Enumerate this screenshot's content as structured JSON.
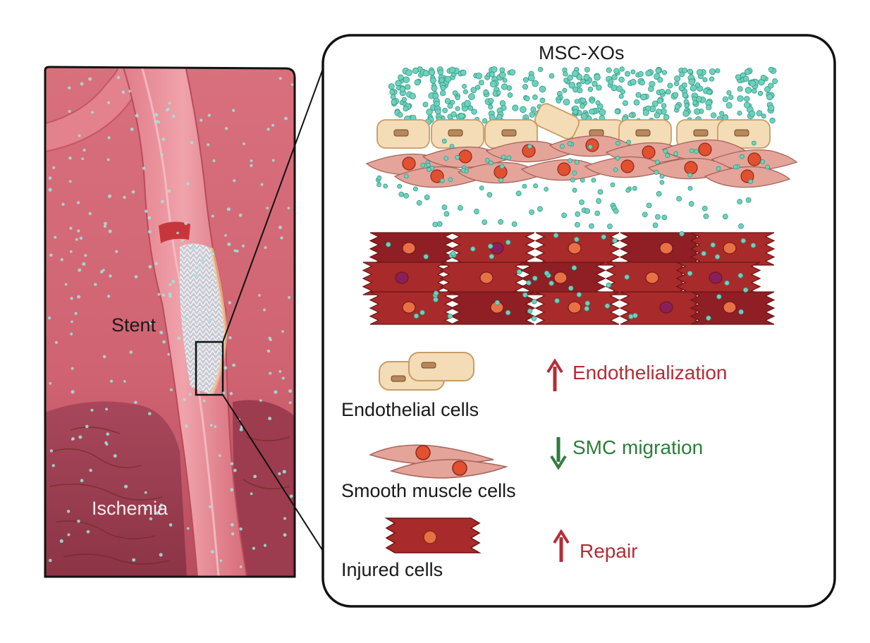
{
  "diagram": {
    "title": "MSC-XOs",
    "artery_labels": {
      "stent": "Stent",
      "ischemia": "Ischemia"
    },
    "legend": [
      {
        "cell": "Endothelial cells",
        "direction": "up",
        "effect": "Endothelialization",
        "color": "#b32d36"
      },
      {
        "cell": "Smooth muscle cells",
        "direction": "down",
        "effect": "SMC migration",
        "color": "#2e7d3a"
      },
      {
        "cell": "Injured cells",
        "direction": "up",
        "effect": "Repair",
        "color": "#b32d36"
      }
    ],
    "colors": {
      "tissue": "#d96a78",
      "artery": "#e88a94",
      "exosome": "#6fd1bd",
      "endothelial": "#f4dcb6",
      "smc": "#e4a49a",
      "injured": "#a92a2a",
      "nucleus": "#e2502f"
    }
  }
}
